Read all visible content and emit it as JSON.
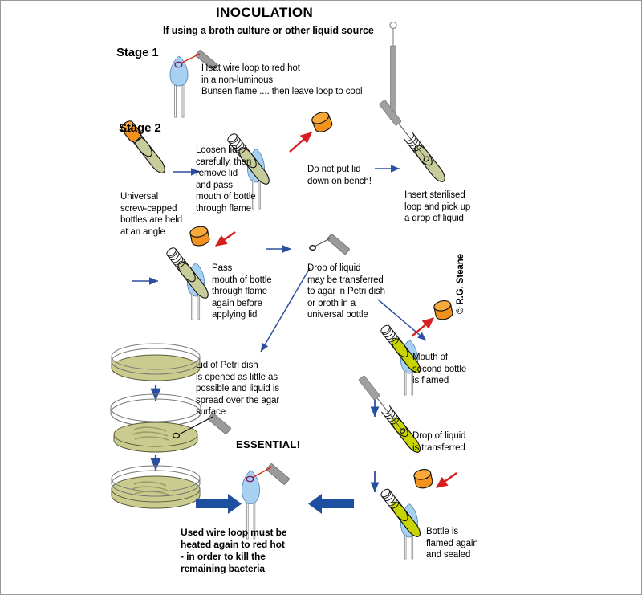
{
  "title": "INOCULATION",
  "subtitle": "If using a broth culture or other liquid source",
  "copyright": "© R.G. Steane",
  "stages": {
    "stage1_label": "Stage 1",
    "stage2_label": "Stage 2"
  },
  "steps": {
    "heat_loop": "Heat wire loop to red hot\nin a non-luminous\nBunsen flame .... then leave loop to cool",
    "universal_bottles": "Universal\nscrew-capped\nbottles are held\nat an angle",
    "loosen_lid": "Loosen lid\ncarefully. then\nremove lid\nand pass\nmouth of bottle\nthrough flame",
    "do_not_put_lid": "Do not put lid\ndown on bench!",
    "insert_loop": "Insert sterilised\nloop and pick up\na drop of liquid",
    "pass_mouth_again": "Pass\nmouth of bottle\nthrough flame\nagain before\napplying lid",
    "drop_transfer": "Drop of liquid\nmay be transferred\nto agar in Petri dish\nor broth in a\nuniversal bottle",
    "petri_lid": "Lid of Petri dish\nis opened as little as\npossible and liquid is\nspread over the agar\nsurface",
    "mouth_second_bottle": "Mouth of\nsecond bottle\nis flamed",
    "drop_transferred": "Drop of liquid\nis transferred",
    "bottle_flamed_sealed": "Bottle is\nflamed again\nand sealed",
    "essential_heading": "ESSENTIAL!",
    "essential_body": "Used wire loop must be\nheated again to red hot\n- in order to kill the\nremaining bacteria"
  },
  "icons": {
    "wire_loop": "wire-loop-icon",
    "bunsen_flame": "bunsen-flame-icon",
    "bottle_cap": "bottle-cap-icon",
    "universal_bottle": "universal-bottle-icon",
    "petri_dish": "petri-dish-icon",
    "arrow_thin_blue": "thin-blue-arrow-icon",
    "arrow_thick_blue": "thick-blue-arrow-icon",
    "arrow_red": "red-arrow-icon"
  },
  "colors": {
    "flame_blue": "#a8d0f0",
    "cap_orange": "#F2921D",
    "liquid_olive": "#c8cc9a",
    "liquid_yellow": "#c8d400",
    "agar": "#c9cc8e",
    "handle_grey": "#9a9a9a",
    "arrow_blue_thin": "#2b4fa0",
    "arrow_blue_thick": "#1d4fa0",
    "arrow_red": "#d81f1f",
    "hot_wire_red": "#d92b18",
    "border_grey": "#999999",
    "text_black": "#000000"
  }
}
